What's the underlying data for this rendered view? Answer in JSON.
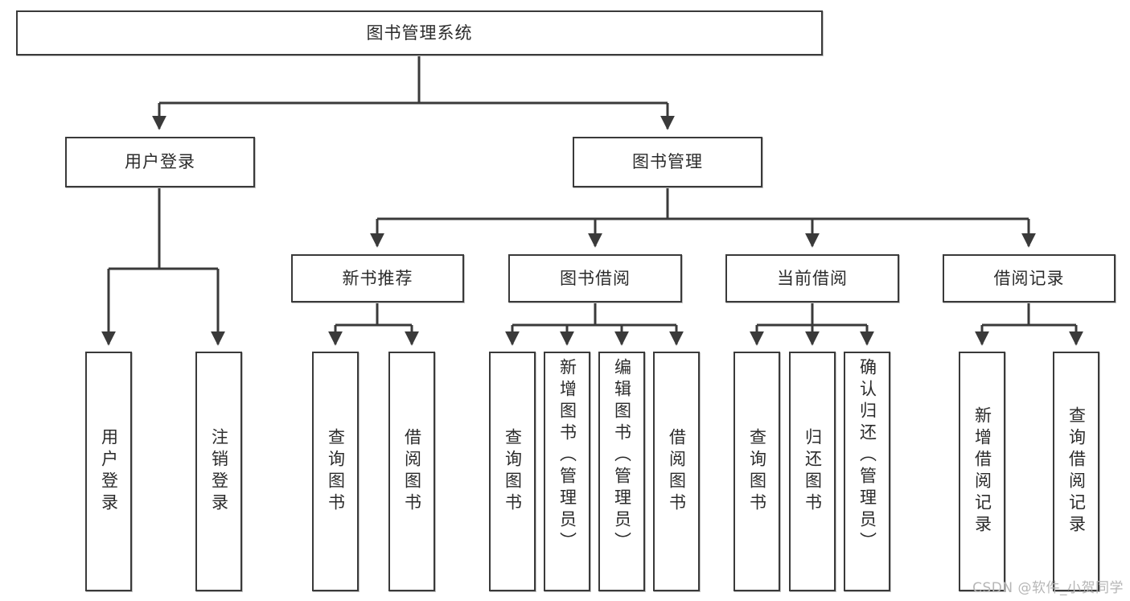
{
  "diagram": {
    "title": "图书管理系统",
    "type": "tree-hierarchy-diagram",
    "watermark": "CSDN @软件_小贺同学",
    "colors": {
      "box_border": "#3a3a3a",
      "box_fill": "#ffffff",
      "connector": "#3a3a3a",
      "text": "#2b2b2b",
      "watermark": "#b6b6b6"
    },
    "root": {
      "label": "图书管理系统"
    },
    "level2": [
      {
        "label": "用户登录"
      },
      {
        "label": "图书管理"
      }
    ],
    "level3": [
      {
        "label": "新书推荐"
      },
      {
        "label": "图书借阅"
      },
      {
        "label": "当前借阅"
      },
      {
        "label": "借阅记录"
      }
    ],
    "leaves": {
      "user_login": [
        {
          "label": "用户登录",
          "align": "middle"
        },
        {
          "label": "注销登录",
          "align": "middle"
        }
      ],
      "new_book_recommend": [
        {
          "label": "查询图书",
          "align": "middle"
        },
        {
          "label": "借阅图书",
          "align": "middle"
        }
      ],
      "book_borrow": [
        {
          "label": "查询图书",
          "align": "middle"
        },
        {
          "label": "新增图书（管理员）",
          "align": "top"
        },
        {
          "label": "编辑图书（管理员）",
          "align": "top"
        },
        {
          "label": "借阅图书",
          "align": "middle"
        }
      ],
      "current_borrow": [
        {
          "label": "查询图书",
          "align": "middle"
        },
        {
          "label": "归还图书",
          "align": "middle"
        },
        {
          "label": "确认归还（管理员）",
          "align": "top"
        }
      ],
      "borrow_record": [
        {
          "label": "新增借阅记录",
          "align": "middle"
        },
        {
          "label": "查询借阅记录",
          "align": "middle"
        }
      ]
    }
  }
}
